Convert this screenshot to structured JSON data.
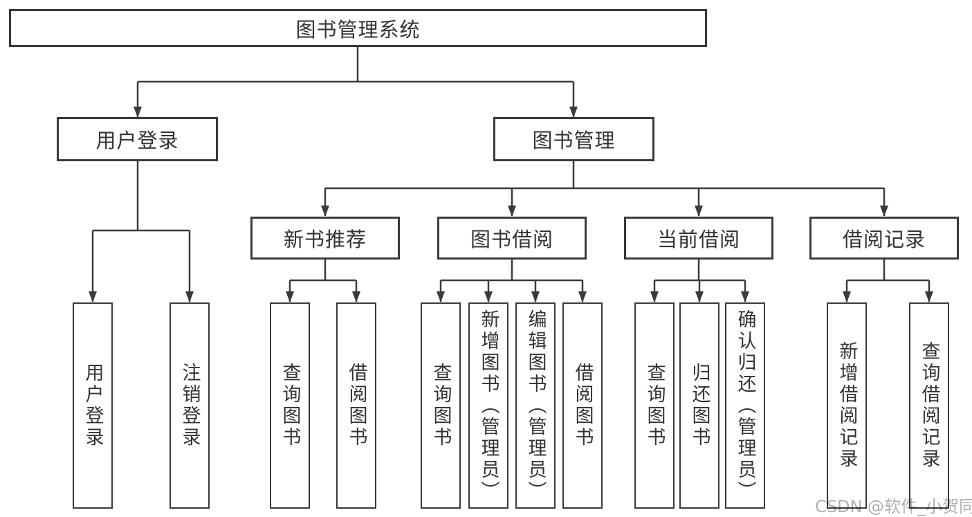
{
  "tree": {
    "root": "图书管理系统",
    "children": [
      {
        "label": "用户登录",
        "children": [
          "用户登录",
          "注销登录"
        ]
      },
      {
        "label": "图书管理",
        "children": [
          {
            "label": "新书推荐",
            "children": [
              "查询图书",
              "借阅图书"
            ]
          },
          {
            "label": "图书借阅",
            "children": [
              "查询图书",
              "新增图书（管理员）",
              "编辑图书（管理员）",
              "借阅图书"
            ]
          },
          {
            "label": "当前借阅",
            "children": [
              "查询图书",
              "归还图书",
              "确认归还（管理员）"
            ]
          },
          {
            "label": "借阅记录",
            "children": [
              "新增借阅记录",
              "查询借阅记录"
            ]
          }
        ]
      }
    ]
  },
  "watermark": "CSDN @软件_小贺同学",
  "colors": {
    "line": "#3a3a3a",
    "text": "#333333",
    "box_background": "#ffffff",
    "watermark_text": "#b0b0b0",
    "background": "#ffffff"
  }
}
